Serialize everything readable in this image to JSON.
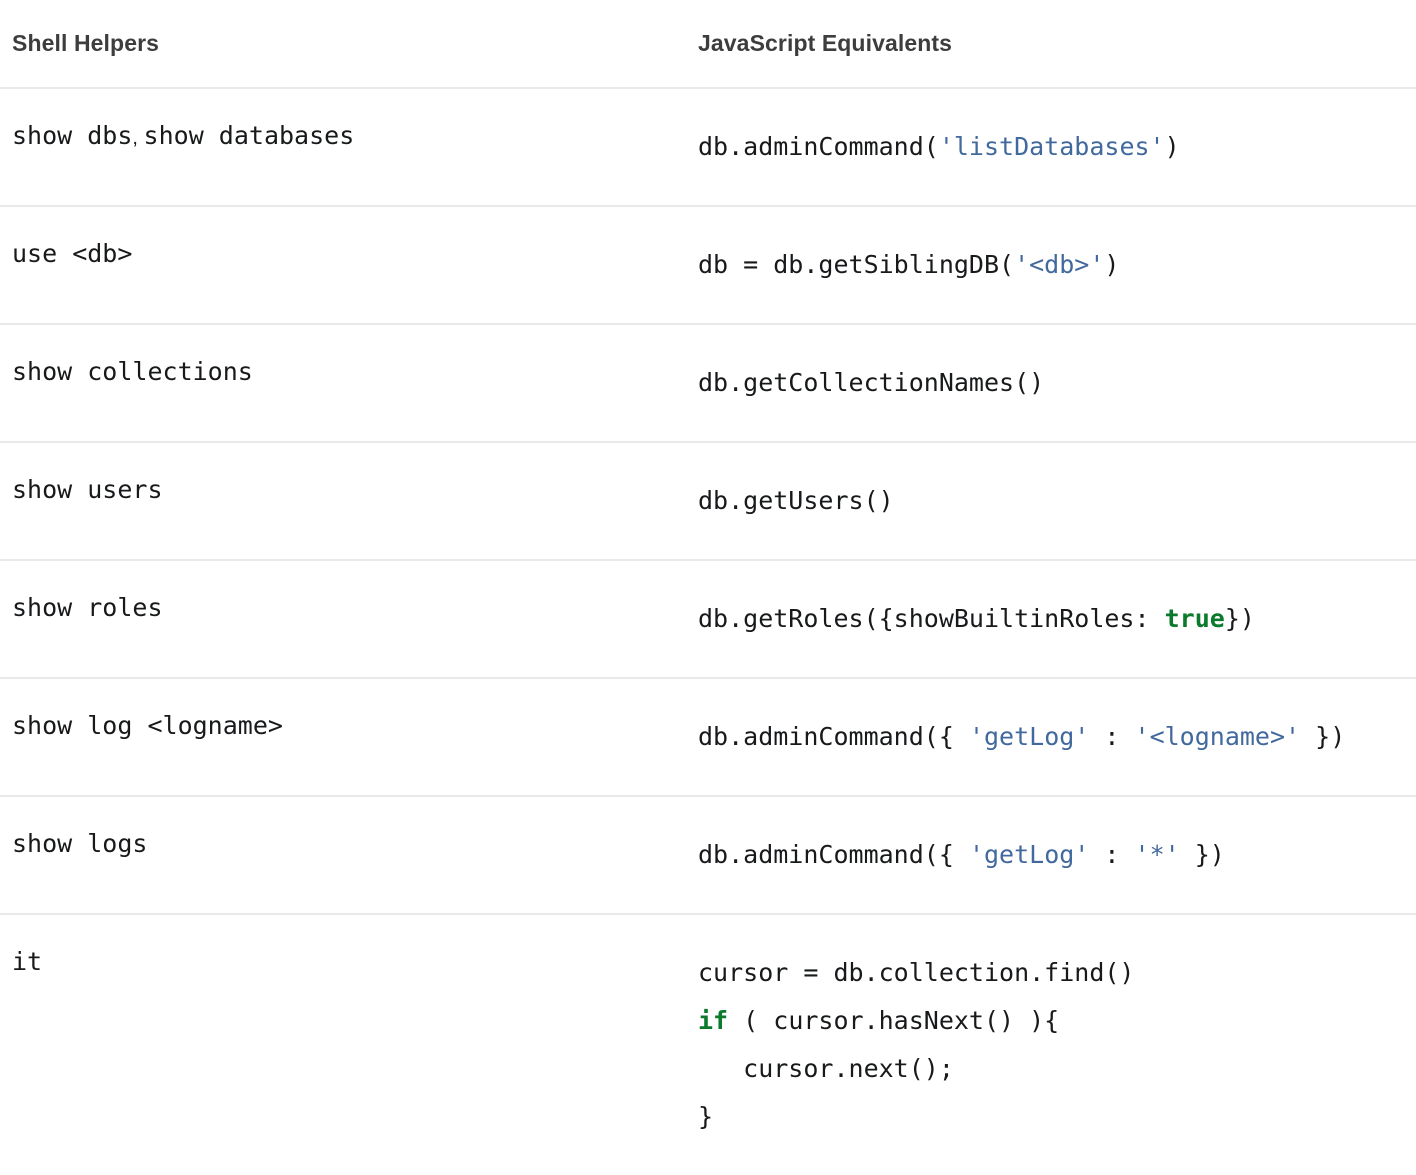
{
  "table": {
    "columns": [
      {
        "id": "shell-helpers",
        "label": "Shell Helpers"
      },
      {
        "id": "javascript-equivalents",
        "label": "JavaScript Equivalents"
      }
    ],
    "colors": {
      "string_literal": "#41699d",
      "keyword": "#0c7a2d",
      "code_text": "#17191b",
      "header_text": "#3d3d3d",
      "row_separator": "#e9e9e9",
      "background": "#ffffff"
    },
    "rows": [
      {
        "shell": {
          "parts": [
            {
              "type": "code",
              "text": "show dbs"
            },
            {
              "type": "sep",
              "text": ", "
            },
            {
              "type": "code",
              "text": "show databases"
            }
          ]
        },
        "js": {
          "lines": [
            [
              {
                "type": "code",
                "text": "db.adminCommand("
              },
              {
                "type": "str",
                "text": "'listDatabases'"
              },
              {
                "type": "code",
                "text": ")"
              }
            ]
          ]
        }
      },
      {
        "shell": {
          "parts": [
            {
              "type": "code",
              "text": "use <db>"
            }
          ]
        },
        "js": {
          "lines": [
            [
              {
                "type": "code",
                "text": "db = db.getSiblingDB("
              },
              {
                "type": "str",
                "text": "'<db>'"
              },
              {
                "type": "code",
                "text": ")"
              }
            ]
          ]
        }
      },
      {
        "shell": {
          "parts": [
            {
              "type": "code",
              "text": "show collections"
            }
          ]
        },
        "js": {
          "lines": [
            [
              {
                "type": "code",
                "text": "db.getCollectionNames()"
              }
            ]
          ]
        }
      },
      {
        "shell": {
          "parts": [
            {
              "type": "code",
              "text": "show users"
            }
          ]
        },
        "js": {
          "lines": [
            [
              {
                "type": "code",
                "text": "db.getUsers()"
              }
            ]
          ]
        }
      },
      {
        "shell": {
          "parts": [
            {
              "type": "code",
              "text": "show roles"
            }
          ]
        },
        "js": {
          "lines": [
            [
              {
                "type": "code",
                "text": "db.getRoles({showBuiltinRoles: "
              },
              {
                "type": "kw",
                "text": "true"
              },
              {
                "type": "code",
                "text": "})"
              }
            ]
          ]
        }
      },
      {
        "shell": {
          "parts": [
            {
              "type": "code",
              "text": "show log <logname>"
            }
          ]
        },
        "js": {
          "lines": [
            [
              {
                "type": "code",
                "text": "db.adminCommand({ "
              },
              {
                "type": "str",
                "text": "'getLog'"
              },
              {
                "type": "code",
                "text": " : "
              },
              {
                "type": "str",
                "text": "'<logname>'"
              },
              {
                "type": "code",
                "text": " })"
              }
            ]
          ]
        }
      },
      {
        "shell": {
          "parts": [
            {
              "type": "code",
              "text": "show logs"
            }
          ]
        },
        "js": {
          "lines": [
            [
              {
                "type": "code",
                "text": "db.adminCommand({ "
              },
              {
                "type": "str",
                "text": "'getLog'"
              },
              {
                "type": "code",
                "text": " : "
              },
              {
                "type": "str",
                "text": "'*'"
              },
              {
                "type": "code",
                "text": " })"
              }
            ]
          ]
        }
      },
      {
        "shell": {
          "parts": [
            {
              "type": "code",
              "text": "it"
            }
          ]
        },
        "js": {
          "lines": [
            [
              {
                "type": "code",
                "text": "cursor = db.collection.find()"
              }
            ],
            [
              {
                "type": "kw",
                "text": "if"
              },
              {
                "type": "code",
                "text": " ( cursor.hasNext() ){"
              }
            ],
            [
              {
                "type": "code",
                "text": "   cursor.next();"
              }
            ],
            [
              {
                "type": "code",
                "text": "}"
              }
            ]
          ]
        }
      }
    ]
  }
}
